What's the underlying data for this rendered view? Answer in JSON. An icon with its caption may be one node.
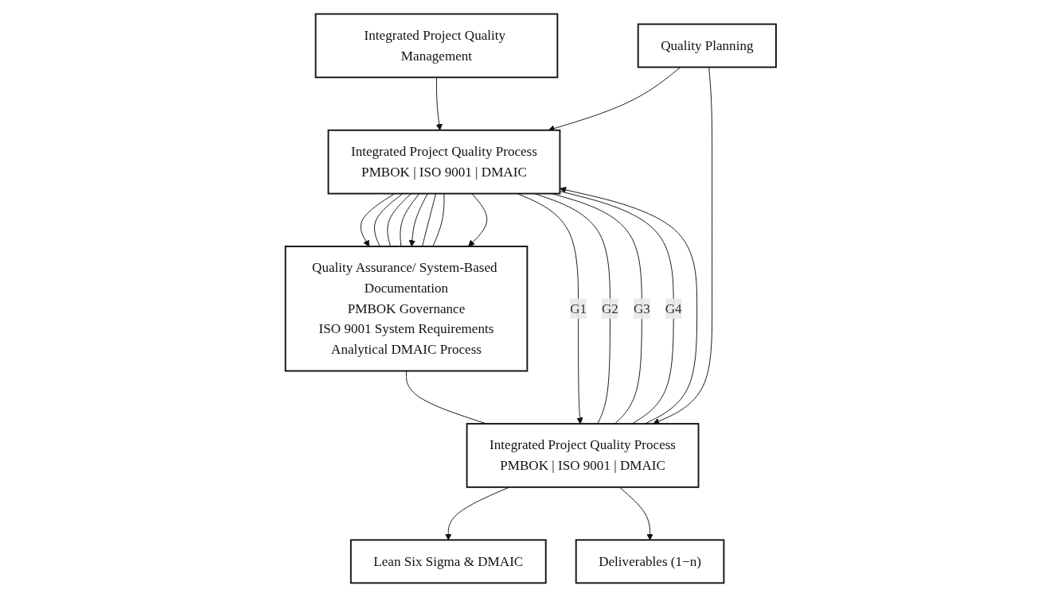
{
  "diagram": {
    "nodes": [
      {
        "text": [
          "Integrated Project Quality Management"
        ]
      },
      {
        "text": [
          "Quality Planning"
        ]
      },
      {
        "text": [
          "Integrated Project Quality Process",
          "PMBOK | ISO 9001 | DMAIC"
        ]
      },
      {
        "text": [
          "Quality Assurance/ System-Based Documentation",
          "PMBOK Governance",
          "ISO 9001 System Requirements",
          "Analytical DMAIC Process"
        ]
      },
      {
        "text": [
          "Integrated Project Quality Process",
          "PMBOK | ISO 9001 | DMAIC"
        ]
      },
      {
        "text": [
          "Lean Six Sigma & DMAIC"
        ]
      },
      {
        "text": [
          "Deliverables (1−n)"
        ]
      }
    ],
    "edges": [
      {
        "from": 0,
        "to": 2,
        "arrow": "to"
      },
      {
        "from": 1,
        "to": 2,
        "arrow": "to"
      },
      {
        "from": 2,
        "to": 3,
        "arrow": "to"
      },
      {
        "from": 2,
        "to": 3,
        "arrow": "none"
      },
      {
        "from": 2,
        "to": 3,
        "arrow": "none"
      },
      {
        "from": 2,
        "to": 3,
        "arrow": "none"
      },
      {
        "from": 2,
        "to": 3,
        "arrow": "to"
      },
      {
        "from": 2,
        "to": 3,
        "arrow": "none"
      },
      {
        "from": 2,
        "to": 3,
        "arrow": "none"
      },
      {
        "from": 2,
        "to": 3,
        "arrow": "to"
      },
      {
        "from": 2,
        "to": 4,
        "arrow": "to",
        "label": "G1"
      },
      {
        "from": 2,
        "to": 4,
        "arrow": "none",
        "label": "G2"
      },
      {
        "from": 2,
        "to": 4,
        "arrow": "none",
        "label": "G3"
      },
      {
        "from": 2,
        "to": 4,
        "arrow": "none",
        "label": "G4"
      },
      {
        "from": 1,
        "to": 4,
        "arrow": "to"
      },
      {
        "from": 4,
        "to": 2,
        "arrow": "to"
      },
      {
        "from": 4,
        "to": 5,
        "arrow": "to"
      },
      {
        "from": 3,
        "to": 4,
        "arrow": "none"
      },
      {
        "from": 4,
        "to": 6,
        "arrow": "to"
      }
    ]
  }
}
